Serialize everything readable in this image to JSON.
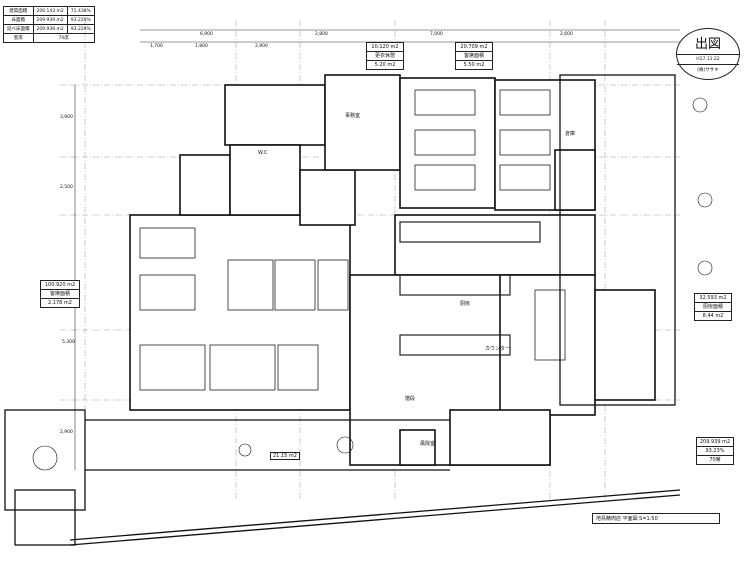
{
  "area_table": {
    "rows": [
      {
        "label": "建築面積",
        "area": "206.143 m2",
        "ratio": "71.438%"
      },
      {
        "label": "床面積",
        "area": "209.939 m2",
        "ratio": "93.229%"
      },
      {
        "label": "延べ床面積",
        "area": "209.939 m2",
        "ratio": "93.229%"
      }
    ],
    "seats_label": "客席",
    "seats": "70席"
  },
  "stamp": {
    "title": "出図",
    "date": "H17.11.22",
    "company": "(株)ササキ"
  },
  "dimensions": {
    "top": [
      "6,900",
      "2,800",
      "7,000",
      "2,600"
    ],
    "top_sub": [
      "1,700",
      "1,800",
      "2,900"
    ],
    "left": [
      "3,900",
      "2,500",
      "5,300",
      "2,900"
    ]
  },
  "area_boxes": [
    {
      "area": "10.120 m2",
      "name": "更衣休憩",
      "sub": "5.20 m2"
    },
    {
      "area": "20.709 m2",
      "name": "客席面積",
      "sub": "5.50 m2"
    },
    {
      "area": "100.920 m2",
      "name": "客席面積",
      "sub": "2.178 m2"
    },
    {
      "area": "32.593 m2",
      "name": "厨房面積",
      "sub": "8.44 m2"
    }
  ],
  "summary_box": {
    "area": "209.939 m2",
    "ratio": "93.23%",
    "seats": "70席"
  },
  "rooms": {
    "wc": "W.C",
    "office": "事務室",
    "kitchen": "厨房",
    "entrance": "風除室",
    "stairs": "階段",
    "storage": "倉庫",
    "counter": "カウンター",
    "area_label": "21.15 m2"
  },
  "title_block": "地鳥精肉店 平面図 S=1:50"
}
